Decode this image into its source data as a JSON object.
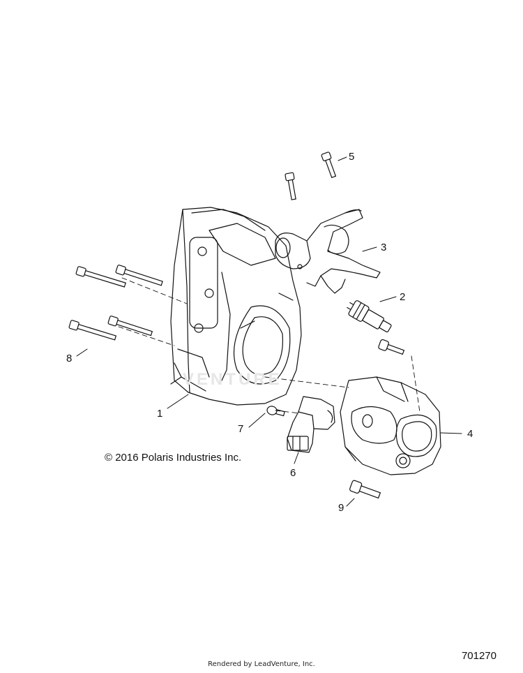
{
  "diagram": {
    "copyright": "© 2016 Polaris Industries Inc.",
    "diagram_id": "701270",
    "footer": "Rendered by LeadVenture, Inc.",
    "watermark": "VENTURE",
    "callouts": [
      "1",
      "2",
      "3",
      "4",
      "5",
      "6",
      "7",
      "8",
      "9"
    ]
  }
}
